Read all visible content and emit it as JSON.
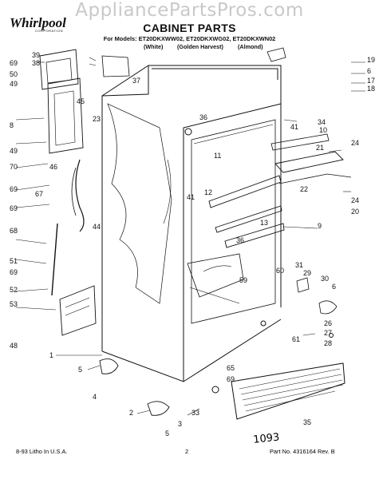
{
  "watermark": "AppliancePartsPros.com",
  "brand": {
    "name": "Whirlpool",
    "sub": "CORPORATION"
  },
  "header": {
    "title": "CABINET PARTS",
    "models": "For Models: ET20DKXWW02, ET20DKXWG02, ET20DKXWN02",
    "colors": [
      "(White)",
      "(Golden Harvest)",
      "(Almond)"
    ]
  },
  "callouts": [
    {
      "n": "39"
    },
    {
      "n": "38"
    },
    {
      "n": "69"
    },
    {
      "n": "50"
    },
    {
      "n": "49"
    },
    {
      "n": "8"
    },
    {
      "n": "49"
    },
    {
      "n": "70"
    },
    {
      "n": "46"
    },
    {
      "n": "69"
    },
    {
      "n": "67"
    },
    {
      "n": "69"
    },
    {
      "n": "68"
    },
    {
      "n": "51"
    },
    {
      "n": "69"
    },
    {
      "n": "52"
    },
    {
      "n": "53"
    },
    {
      "n": "48"
    },
    {
      "n": "1"
    },
    {
      "n": "5"
    },
    {
      "n": "4"
    },
    {
      "n": "2"
    },
    {
      "n": "5"
    },
    {
      "n": "3"
    },
    {
      "n": "33"
    },
    {
      "n": "65"
    },
    {
      "n": "69"
    },
    {
      "n": "35"
    },
    {
      "n": "37"
    },
    {
      "n": "45"
    },
    {
      "n": "23"
    },
    {
      "n": "44"
    },
    {
      "n": "36"
    },
    {
      "n": "41"
    },
    {
      "n": "12"
    },
    {
      "n": "11"
    },
    {
      "n": "13"
    },
    {
      "n": "36"
    },
    {
      "n": "59"
    },
    {
      "n": "60"
    },
    {
      "n": "41"
    },
    {
      "n": "34"
    },
    {
      "n": "10"
    },
    {
      "n": "21"
    },
    {
      "n": "24"
    },
    {
      "n": "22"
    },
    {
      "n": "24"
    },
    {
      "n": "20"
    },
    {
      "n": "9"
    },
    {
      "n": "31"
    },
    {
      "n": "29"
    },
    {
      "n": "30"
    },
    {
      "n": "6"
    },
    {
      "n": "26"
    },
    {
      "n": "27"
    },
    {
      "n": "28"
    },
    {
      "n": "61"
    },
    {
      "n": "19"
    },
    {
      "n": "6"
    },
    {
      "n": "17"
    },
    {
      "n": "18"
    }
  ],
  "footer": {
    "left": "8-93 Litho In U.S.A.",
    "page": "2",
    "right": "Part No. 4316164 Rev. B",
    "handwritten": "1093"
  }
}
